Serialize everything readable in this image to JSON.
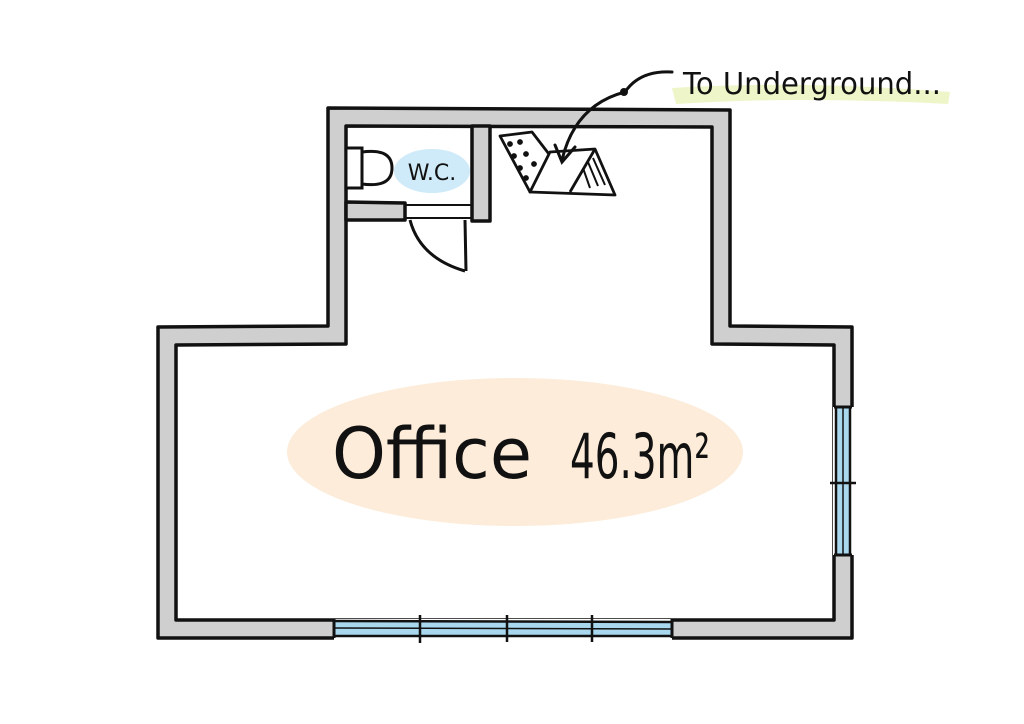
{
  "plan": {
    "room_label": "Office",
    "room_area": "46.3m²",
    "wc_label": "W.C.",
    "annotation": "To Underground..."
  },
  "colors": {
    "wall_fill": "#cfcfcf",
    "wall_stroke": "#111111",
    "window_glass": "#a9d8ee",
    "room_highlight": "#fcecd9",
    "wc_highlight": "#cfeaf8",
    "annotation_highlight": "#eef5c8"
  }
}
